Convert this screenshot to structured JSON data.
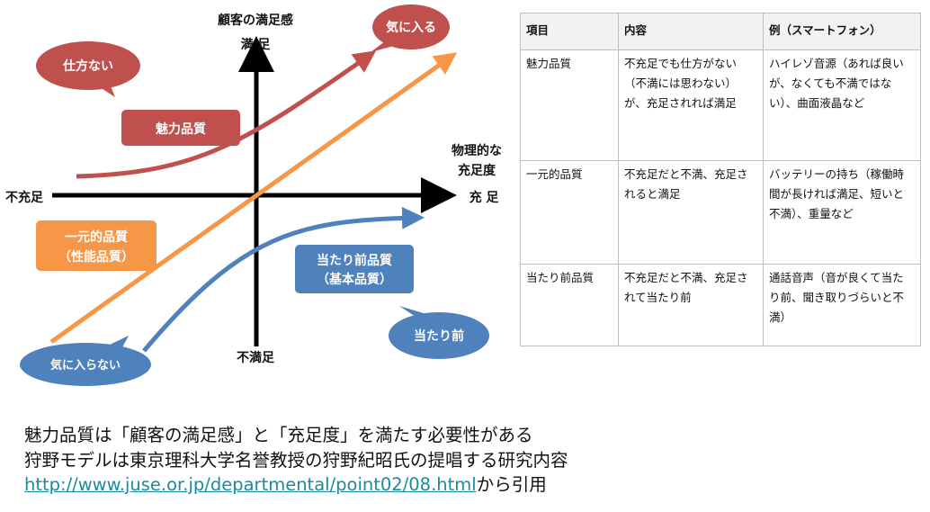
{
  "diagram": {
    "y_axis_title": "顧客の満足感",
    "y_top": "満 足",
    "y_bottom": "不満足",
    "x_axis_title_line1": "物理的な",
    "x_axis_title_line2": "充足度",
    "x_right": "充 足",
    "x_left": "不充足",
    "labels": {
      "attractive": "魅力品質",
      "one_dim_line1": "一元的品質",
      "one_dim_line2": "（性能品質）",
      "must_be_line1": "当たり前品質",
      "must_be_line2": "（基本品質）"
    },
    "bubbles": {
      "shikata": "仕方ない",
      "kiniiru": "気に入る",
      "kiniiranai": "気に入らない",
      "atarimae": "当たり前"
    },
    "colors": {
      "attractive": "#c0504d",
      "one_dim": "#f79646",
      "must_be": "#4f81bd",
      "bubble_red": "#c0504d",
      "bubble_blue": "#4f81bd"
    }
  },
  "table": {
    "headers": [
      "項目",
      "内容",
      "例（スマートフォン）"
    ],
    "rows": [
      [
        "魅力品質",
        "不充足でも仕方がない（不満には思わない）が、充足されれば満足",
        "ハイレゾ音源（あれば良いが、なくても不満ではない）、曲面液晶など"
      ],
      [
        "一元的品質",
        "不充足だと不満、充足されると満足",
        "バッテリーの持ち（稼働時間が長ければ満足、短いと不満）、重量など"
      ],
      [
        "当たり前品質",
        "不充足だと不満、充足されて当たり前",
        "通話音声（音が良くて当たり前、聞き取りづらいと不満）"
      ]
    ]
  },
  "notes": {
    "line1": "魅力品質は「顧客の満足感」と「充足度」を満たす必要性がある",
    "line2": "狩野モデルは東京理科大学名誉教授の狩野紀昭氏の提唱する研究内容",
    "link": "http://www.juse.or.jp/departmental/point02/08.html",
    "link_suffix": "から引用"
  }
}
